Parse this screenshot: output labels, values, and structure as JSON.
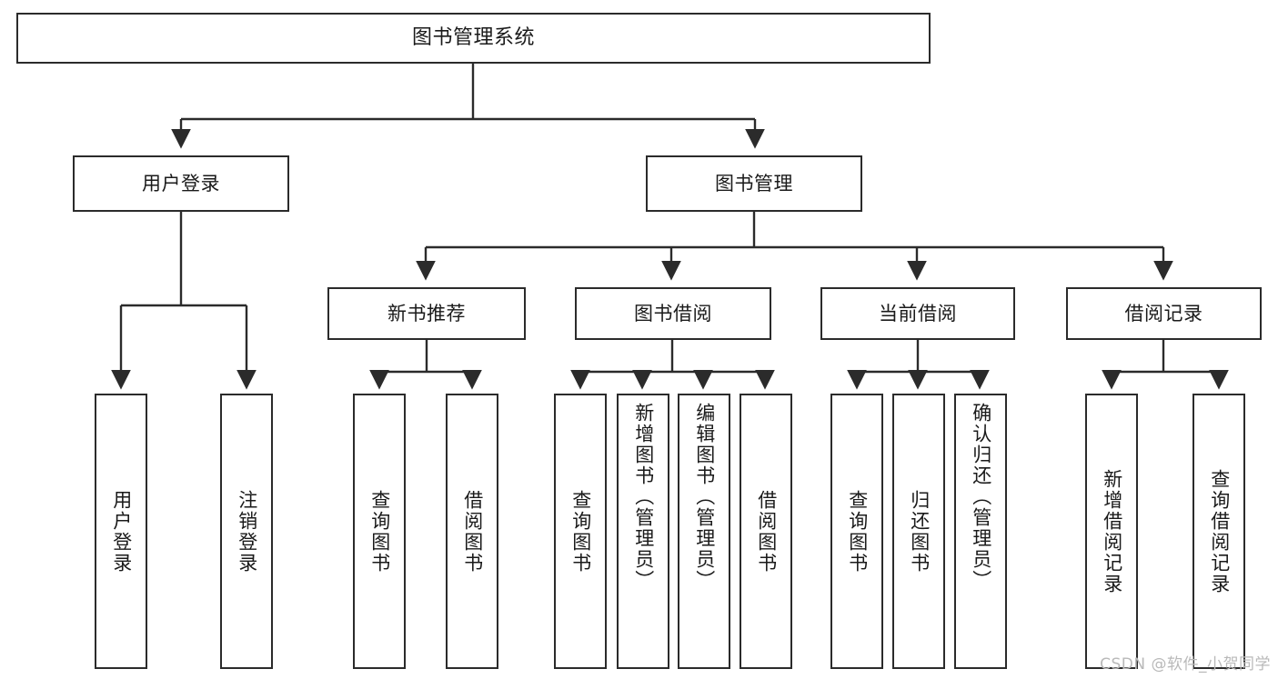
{
  "diagram": {
    "type": "tree",
    "title": "图书管理系统",
    "watermark": "CSDN @软件_小贺同学",
    "colors": {
      "stroke": "#2b2b2b",
      "fill": "#ffffff",
      "text": "#1a1a1a",
      "watermark": "#b9b9b9"
    },
    "nodes": {
      "root": {
        "label": "图书管理系统"
      },
      "level2": [
        {
          "label": "用户登录"
        },
        {
          "label": "图书管理"
        }
      ],
      "level3": [
        {
          "label": "新书推荐"
        },
        {
          "label": "图书借阅"
        },
        {
          "label": "当前借阅"
        },
        {
          "label": "借阅记录"
        }
      ],
      "leaves": {
        "user_login": [
          {
            "label": "用户登录"
          },
          {
            "label": "注销登录"
          }
        ],
        "new_book": [
          {
            "label": "查询图书"
          },
          {
            "label": "借阅图书"
          }
        ],
        "book_borrow": [
          {
            "label": "查询图书"
          },
          {
            "label": "新增图书（管理员）"
          },
          {
            "label": "编辑图书（管理员）"
          },
          {
            "label": "借阅图书"
          }
        ],
        "current_borrow": [
          {
            "label": "查询图书"
          },
          {
            "label": "归还图书"
          },
          {
            "label": "确认归还（管理员）"
          }
        ],
        "borrow_record": [
          {
            "label": "新增借阅记录"
          },
          {
            "label": "查询借阅记录"
          }
        ]
      }
    }
  }
}
